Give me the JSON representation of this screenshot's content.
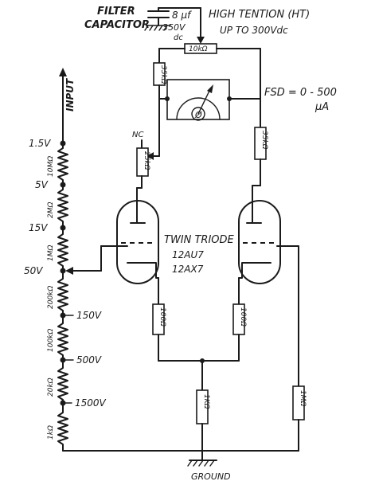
{
  "labels": {
    "filter_capacitor_line1": "FILTER",
    "filter_capacitor_line2": "CAPACITOR",
    "cap_value": "8 μf",
    "cap_voltage": "350V",
    "cap_dc": "dc",
    "ht_line1": "HIGH TENTION (HT)",
    "ht_line2": "UP TO 300Vdc",
    "r_top": "10kΩ",
    "r_left_upper": "35kΩ",
    "r_right": "35kΩ",
    "meter_symbol": "Ø",
    "fsd_line1": "FSD = 0 - 500",
    "fsd_line2": "μA",
    "nc": "NC",
    "r_pot": "25kΩ",
    "input": "INPUT",
    "tube_line1": "TWIN TRIODE",
    "tube_line2": "12AU7",
    "tube_line3": "12AX7",
    "r_cathode_left": "100Ω",
    "r_cathode_right": "100Ω",
    "r_common": "1KΩ",
    "r_grid": "1MΩ",
    "ground": "GROUND"
  },
  "divider": {
    "taps": [
      "1.5V",
      "5V",
      "15V",
      "50V",
      "150V",
      "500V",
      "1500V"
    ],
    "resistors": [
      "10MΩ",
      "2MΩ",
      "1MΩ",
      "200kΩ",
      "100kΩ",
      "20kΩ",
      "1kΩ"
    ]
  },
  "colors": {
    "ink": "#1a1a1a",
    "paper": "#ffffff"
  }
}
